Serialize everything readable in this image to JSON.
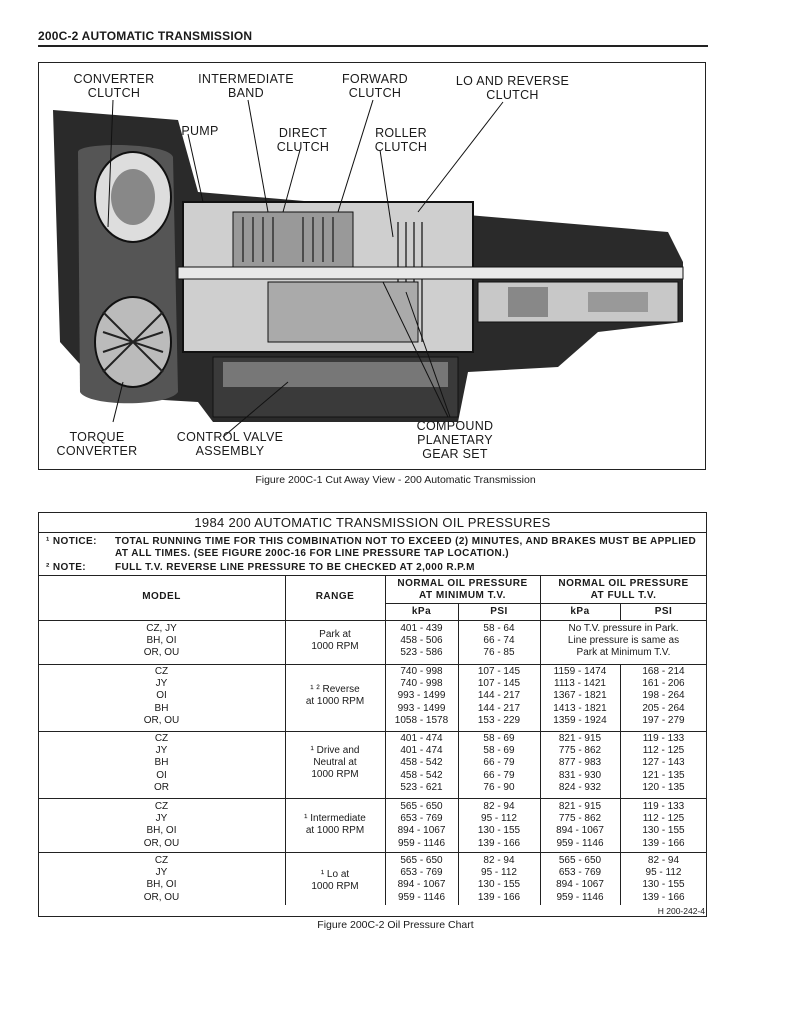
{
  "header": {
    "title": "200C-2  AUTOMATIC TRANSMISSION"
  },
  "figure1": {
    "labels": {
      "converter_clutch": "CONVERTER\nCLUTCH",
      "intermediate_band": "INTERMEDIATE\nBAND",
      "forward_clutch": "FORWARD\nCLUTCH",
      "lo_reverse_clutch": "LO AND REVERSE\nCLUTCH",
      "pump": "PUMP",
      "direct_clutch": "DIRECT\nCLUTCH",
      "roller_clutch": "ROLLER\nCLUTCH",
      "torque_converter": "TORQUE\nCONVERTER",
      "control_valve": "CONTROL VALVE\nASSEMBLY",
      "compound_planetary": "COMPOUND\nPLANETARY\nGEAR SET"
    },
    "caption": "Figure 200C-1 Cut Away View - 200 Automatic Transmission"
  },
  "table": {
    "title": "1984 200 AUTOMATIC TRANSMISSION OIL PRESSURES",
    "notice1_label": "¹ NOTICE:",
    "notice1_text": "TOTAL RUNNING TIME FOR THIS COMBINATION NOT TO EXCEED (2) MINUTES, AND BRAKES MUST BE APPLIED\nAT ALL TIMES. (SEE FIGURE 200C-16 FOR LINE PRESSURE TAP LOCATION.)",
    "notice2_label": "² NOTE:",
    "notice2_text": "FULL T.V. REVERSE LINE PRESSURE TO BE CHECKED AT 2,000 R.P.M",
    "headers": {
      "model": "MODEL",
      "range": "RANGE",
      "min_tv": "NORMAL OIL PRESSURE\nAT MINIMUM T.V.",
      "full_tv": "NORMAL OIL PRESSURE\nAT FULL T.V.",
      "kpa": "kPa",
      "psi": "PSI",
      "kpa2": "kPa",
      "psi2": "PSI"
    },
    "groups": [
      {
        "models": "CZ, JY\nBH, OI\nOR, OU",
        "range": "Park at\n1000 RPM",
        "min_kpa": "401 - 439\n458 - 506\n523 - 586",
        "min_psi": "58 - 64\n66 - 74\n76 - 85",
        "full_note": "No T.V. pressure in Park.\nLine pressure is same as\nPark at Minimum T.V."
      },
      {
        "models": "CZ\nJY\nOI\nBH\nOR, OU",
        "range": "¹ ² Reverse\nat 1000 RPM",
        "min_kpa": "740 - 998\n740 - 998\n993 - 1499\n993 - 1499\n1058 - 1578",
        "min_psi": "107 - 145\n107 - 145\n144 - 217\n144 - 217\n153 - 229",
        "full_kpa": "1159 - 1474\n1113 - 1421\n1367 - 1821\n1413 - 1821\n1359 - 1924",
        "full_psi": "168 - 214\n161 - 206\n198 - 264\n205 - 264\n197 - 279"
      },
      {
        "models": "CZ\nJY\nBH\nOI\nOR",
        "range": "¹ Drive and\nNeutral at\n1000 RPM",
        "min_kpa": "401 - 474\n401 - 474\n458 - 542\n458 - 542\n523 - 621",
        "min_psi": "58 - 69\n58 - 69\n66 - 79\n66 - 79\n76 - 90",
        "full_kpa": "821 - 915\n775 - 862\n877 - 983\n831 - 930\n824 - 932",
        "full_psi": "119 - 133\n112 - 125\n127 - 143\n121 - 135\n120 - 135"
      },
      {
        "models": "CZ\nJY\nBH, OI\nOR, OU",
        "range": "¹ Intermediate\nat 1000 RPM",
        "min_kpa": "565 - 650\n653 - 769\n894 - 1067\n959 - 1146",
        "min_psi": "82 - 94\n95 - 112\n130 - 155\n139 - 166",
        "full_kpa": "821 - 915\n775 - 862\n894 - 1067\n959 - 1146",
        "full_psi": "119 - 133\n112 - 125\n130 - 155\n139 - 166"
      },
      {
        "models": "CZ\nJY\nBH, OI\nOR, OU",
        "range": "¹ Lo at\n1000 RPM",
        "min_kpa": "565 - 650\n653 - 769\n894 - 1067\n959 - 1146",
        "min_psi": "82 - 94\n95 - 112\n130 - 155\n139 - 166",
        "full_kpa": "565 - 650\n653 - 769\n894 - 1067\n959 - 1146",
        "full_psi": "82 - 94\n95 - 112\n130 - 155\n139 - 166"
      }
    ],
    "ref_code": "H 200-242-4",
    "caption": "Figure 200C-2 Oil Pressure Chart"
  }
}
